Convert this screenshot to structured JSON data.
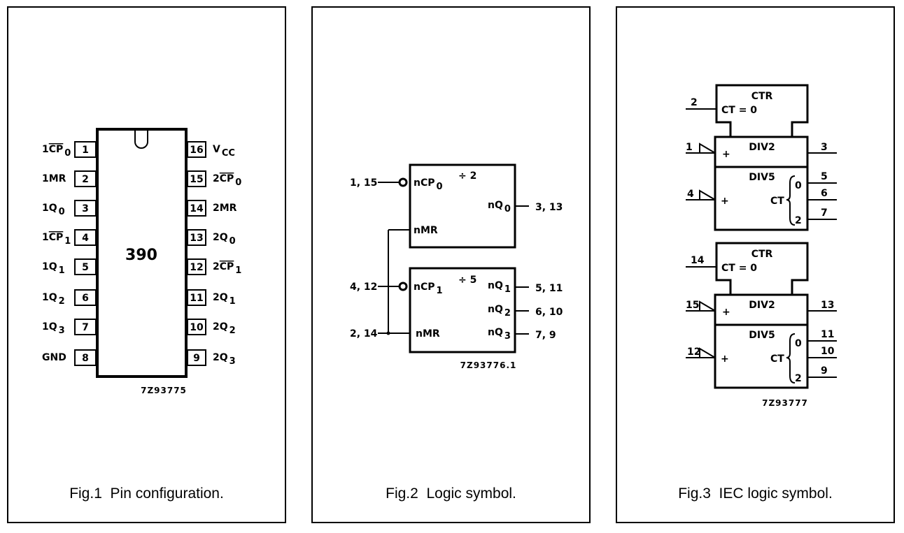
{
  "figures": [
    {
      "id": "fig1",
      "caption": "Fig.1  Pin configuration.",
      "chip_label": "390",
      "drawing_code": "7Z93775",
      "left_pins": [
        {
          "num": "1",
          "name": "1",
          "bar": "CP",
          "sub": "0"
        },
        {
          "num": "2",
          "name": "1MR",
          "bar": "",
          "sub": ""
        },
        {
          "num": "3",
          "name": "1Q",
          "bar": "",
          "sub": "0"
        },
        {
          "num": "4",
          "name": "1",
          "bar": "CP",
          "sub": "1"
        },
        {
          "num": "5",
          "name": "1Q",
          "bar": "",
          "sub": "1"
        },
        {
          "num": "6",
          "name": "1Q",
          "bar": "",
          "sub": "2"
        },
        {
          "num": "7",
          "name": "1Q",
          "bar": "",
          "sub": "3"
        },
        {
          "num": "8",
          "name": "GND",
          "bar": "",
          "sub": ""
        }
      ],
      "right_pins": [
        {
          "num": "16",
          "name": "V",
          "bar": "",
          "sub": "CC"
        },
        {
          "num": "15",
          "name": "2",
          "bar": "CP",
          "sub": "0"
        },
        {
          "num": "14",
          "name": "2MR",
          "bar": "",
          "sub": ""
        },
        {
          "num": "13",
          "name": "2Q",
          "bar": "",
          "sub": "0"
        },
        {
          "num": "12",
          "name": "2",
          "bar": "CP",
          "sub": "1"
        },
        {
          "num": "11",
          "name": "2Q",
          "bar": "",
          "sub": "1"
        },
        {
          "num": "10",
          "name": "2Q",
          "bar": "",
          "sub": "2"
        },
        {
          "num": "9",
          "name": "2Q",
          "bar": "",
          "sub": "3"
        }
      ]
    },
    {
      "id": "fig2",
      "caption": "Fig.2  Logic symbol.",
      "drawing_code": "7Z93776.1",
      "block_top": {
        "divider": "÷ 2",
        "inputs": [
          {
            "pins": "1, 15",
            "name": "nCP",
            "sub": "0",
            "inverted": true
          },
          {
            "pins": "",
            "name": "nMR",
            "sub": "",
            "inverted": false
          }
        ],
        "outputs": [
          {
            "pins": "3, 13",
            "name": "nQ",
            "sub": "0"
          }
        ]
      },
      "block_bottom": {
        "divider": "÷ 5",
        "inputs": [
          {
            "pins": "4, 12",
            "name": "nCP",
            "sub": "1",
            "inverted": true
          },
          {
            "pins": "2, 14",
            "name": "nMR",
            "sub": "",
            "inverted": false
          }
        ],
        "outputs": [
          {
            "pins": "5, 11",
            "name": "nQ",
            "sub": "1"
          },
          {
            "pins": "6, 10",
            "name": "nQ",
            "sub": "2"
          },
          {
            "pins": "7, 9",
            "name": "nQ",
            "sub": "3"
          }
        ]
      }
    },
    {
      "id": "fig3",
      "caption": "Fig.3  IEC logic symbol.",
      "drawing_code": "7Z93777",
      "ctr_label": "CTR",
      "ct_reset": "CT = 0",
      "div2_label": "DIV2",
      "div5_label": "DIV5",
      "ct_label": "CT",
      "plus": "+",
      "brace_top": "0",
      "brace_bottom": "2",
      "counters": [
        {
          "reset_pin": "2",
          "div2_in": "1",
          "div2_out": "3",
          "div5_in": "4",
          "outs": [
            "5",
            "6",
            "7"
          ]
        },
        {
          "reset_pin": "14",
          "div2_in": "15",
          "div2_out": "13",
          "div5_in": "12",
          "outs": [
            "11",
            "10",
            "9"
          ]
        }
      ]
    }
  ]
}
